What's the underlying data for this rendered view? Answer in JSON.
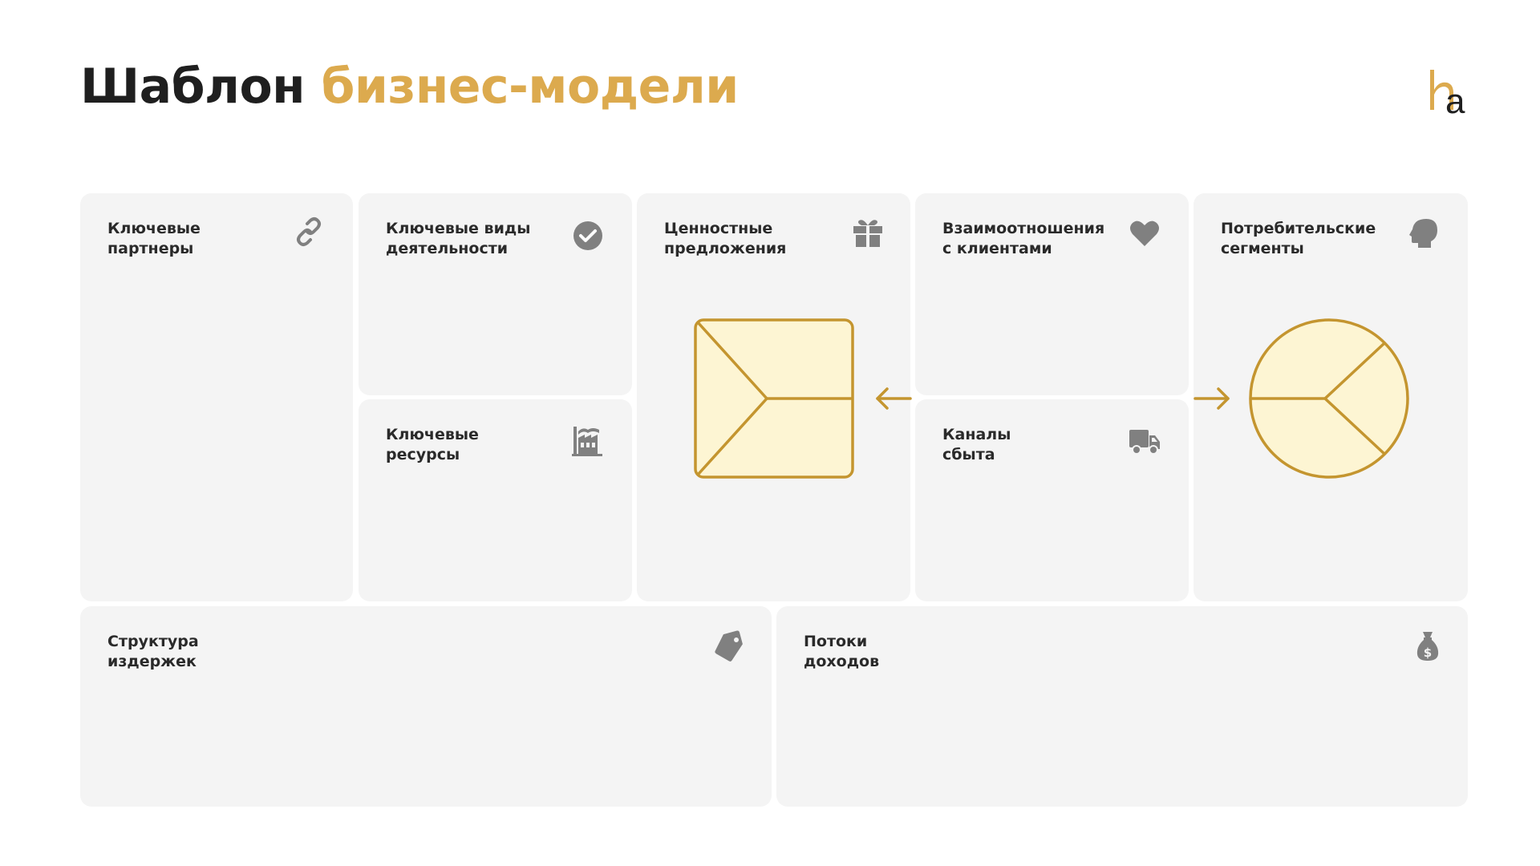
{
  "header": {
    "title_main": "Шаблон",
    "title_accent": "бизнес-модели"
  },
  "logo": {
    "letters": "ha"
  },
  "colors": {
    "accent": "#dcaa4e",
    "diagram_stroke": "#c4952f",
    "diagram_fill": "#fdf5d3",
    "card_bg": "#f4f4f4",
    "icon": "#808080",
    "text": "#2a2a2a"
  },
  "blocks": {
    "key_partners": {
      "label": "Ключевые\nпартнеры",
      "icon": "link-icon"
    },
    "key_activities": {
      "label": "Ключевые виды\nдеятельности",
      "icon": "check-circle-icon"
    },
    "key_resources": {
      "label": "Ключевые\nресурсы",
      "icon": "factory-icon"
    },
    "value_propositions": {
      "label": "Ценностные\nпредложения",
      "icon": "gift-icon"
    },
    "customer_relationships": {
      "label": "Взаимоотношения\nс клиентами",
      "icon": "heart-icon"
    },
    "channels": {
      "label": "Каналы\nсбыта",
      "icon": "truck-icon"
    },
    "customer_segments": {
      "label": "Потребительские\nсегменты",
      "icon": "head-icon"
    },
    "cost_structure": {
      "label": "Структура\nиздержек",
      "icon": "tag-icon"
    },
    "revenue_streams": {
      "label": "Потоки\nдоходов",
      "icon": "money-bag-icon"
    }
  }
}
